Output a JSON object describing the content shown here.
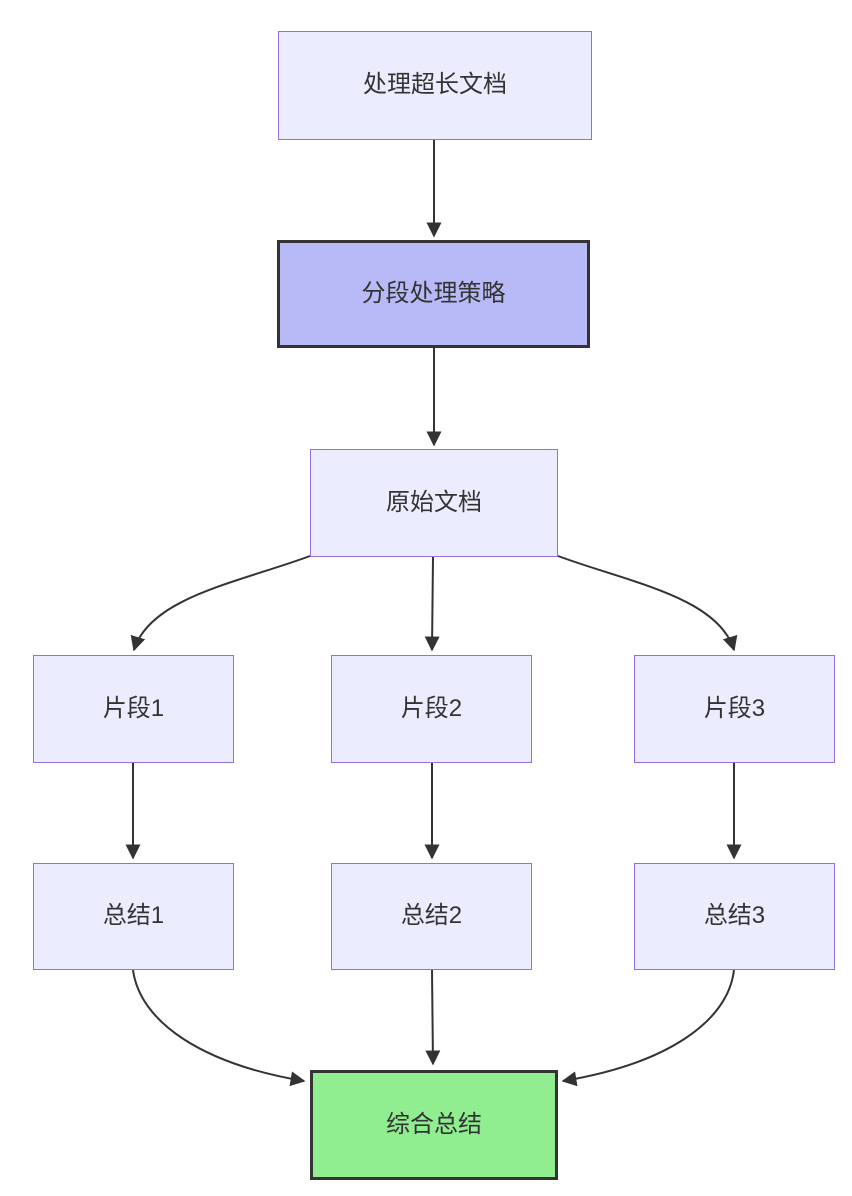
{
  "diagram": {
    "type": "flowchart",
    "direction": "top-down",
    "background_color": "#FFFFFF",
    "colors": {
      "node_fill": "#ECECFF",
      "node_border": "#9370DB",
      "highlight_fill": "#B8BAF8",
      "highlight_border": "#333333",
      "success_fill": "#90EE90",
      "success_border": "#333333",
      "edge_stroke": "#333333",
      "text": "#333333"
    },
    "nodes": [
      {
        "id": "process",
        "label": "处理超长文档",
        "style": "default"
      },
      {
        "id": "strategy",
        "label": "分段处理策略",
        "style": "highlight"
      },
      {
        "id": "original",
        "label": "原始文档",
        "style": "default"
      },
      {
        "id": "fragment1",
        "label": "片段1",
        "style": "default"
      },
      {
        "id": "fragment2",
        "label": "片段2",
        "style": "default"
      },
      {
        "id": "fragment3",
        "label": "片段3",
        "style": "default"
      },
      {
        "id": "summary1",
        "label": "总结1",
        "style": "default"
      },
      {
        "id": "summary2",
        "label": "总结2",
        "style": "default"
      },
      {
        "id": "summary3",
        "label": "总结3",
        "style": "default"
      },
      {
        "id": "final",
        "label": "综合总结",
        "style": "success"
      }
    ],
    "edges": [
      {
        "from": "process",
        "to": "strategy"
      },
      {
        "from": "strategy",
        "to": "original"
      },
      {
        "from": "original",
        "to": "fragment1"
      },
      {
        "from": "original",
        "to": "fragment2"
      },
      {
        "from": "original",
        "to": "fragment3"
      },
      {
        "from": "fragment1",
        "to": "summary1"
      },
      {
        "from": "fragment2",
        "to": "summary2"
      },
      {
        "from": "fragment3",
        "to": "summary3"
      },
      {
        "from": "summary1",
        "to": "final"
      },
      {
        "from": "summary2",
        "to": "final"
      },
      {
        "from": "summary3",
        "to": "final"
      }
    ]
  }
}
